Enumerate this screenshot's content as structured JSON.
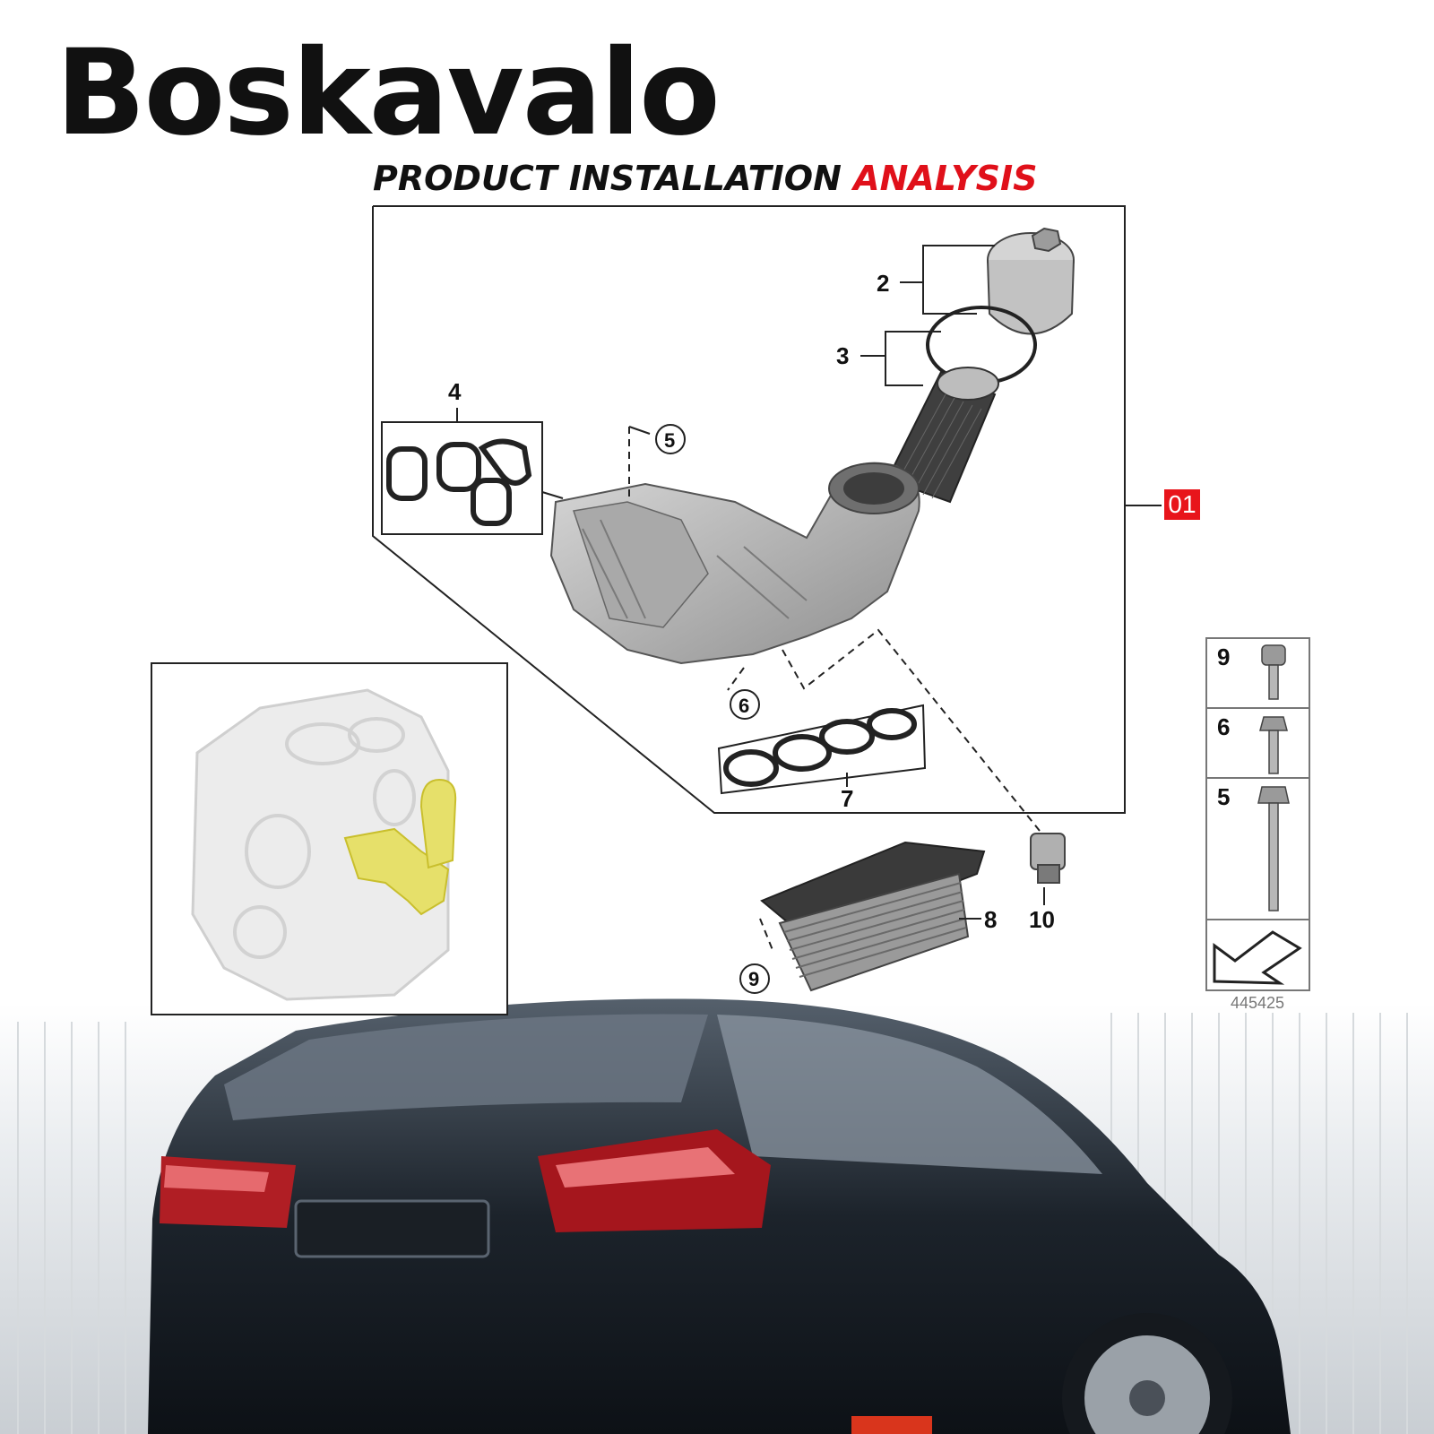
{
  "brand": "Boskavalo",
  "heading": {
    "main": "PRODUCT INSTALLATION",
    "highlight": "ANALYSIS"
  },
  "diagram": {
    "assembly_label": "01",
    "callouts": {
      "c2": "2",
      "c3": "3",
      "c4": "4",
      "c5": "5",
      "c6": "6",
      "c7": "7",
      "c8": "8",
      "c9": "9",
      "c10": "10"
    },
    "legend": {
      "l9": "9",
      "l6": "6",
      "l5": "5"
    },
    "reference_number": "445425"
  },
  "colors": {
    "accent": "#e8151b",
    "highlight_part": "#e6e06a",
    "line": "#222222"
  }
}
